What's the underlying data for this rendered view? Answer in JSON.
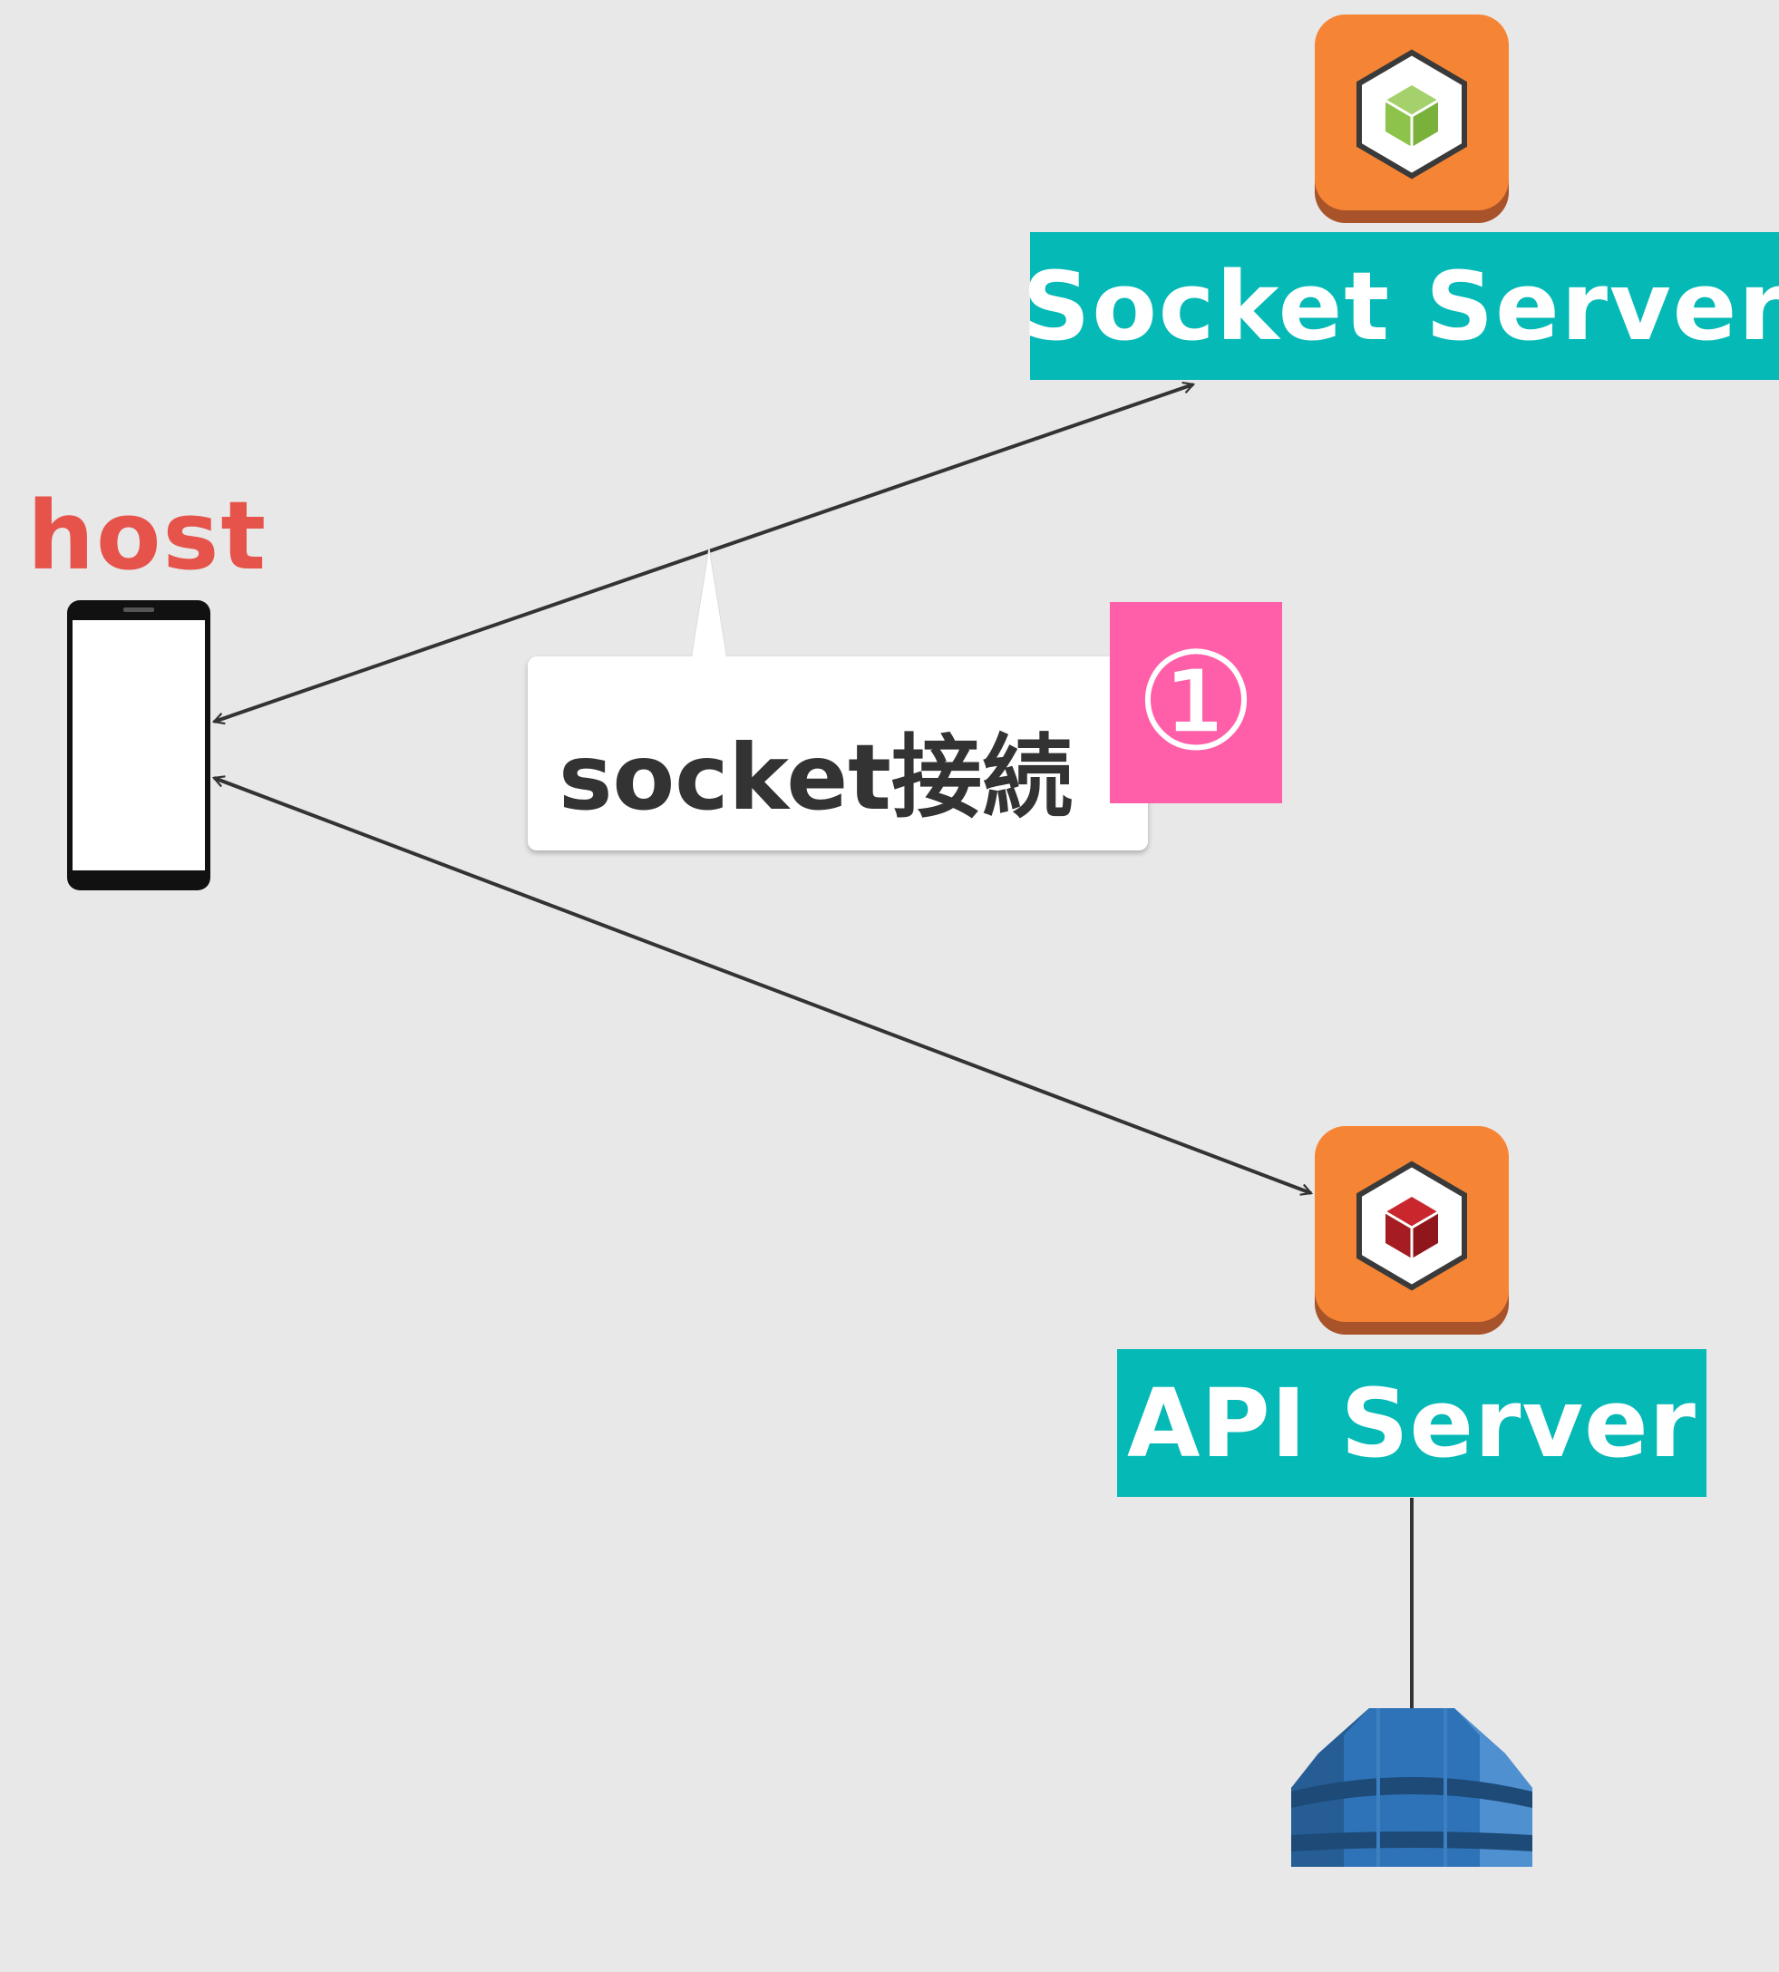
{
  "diagram": {
    "nodes": {
      "host": {
        "label": "host",
        "icon": "smartphone-icon",
        "label_color": "#e5534b"
      },
      "socket_server": {
        "label": "Socket Server",
        "icon": "cube-box-icon",
        "cube_color": "#8dc34a"
      },
      "api_server": {
        "label": "API Server",
        "icon": "cube-box-icon",
        "cube_color": "#a51d22"
      },
      "database": {
        "icon": "database-icon"
      }
    },
    "callout": {
      "text": "socket接続",
      "step": "①"
    },
    "colors": {
      "background": "#e8e8e8",
      "label_bg": "#05b9b6",
      "badge_bg": "#ff5fa8",
      "icon_orange": "#f58535",
      "db_blue": "#2e73b8",
      "arrow": "#333333"
    },
    "edges": [
      {
        "from": "host",
        "to": "socket_server",
        "style": "bidirectional-arrow"
      },
      {
        "from": "host",
        "to": "api_server",
        "style": "bidirectional-arrow"
      },
      {
        "from": "api_server",
        "to": "database",
        "style": "line"
      }
    ]
  }
}
